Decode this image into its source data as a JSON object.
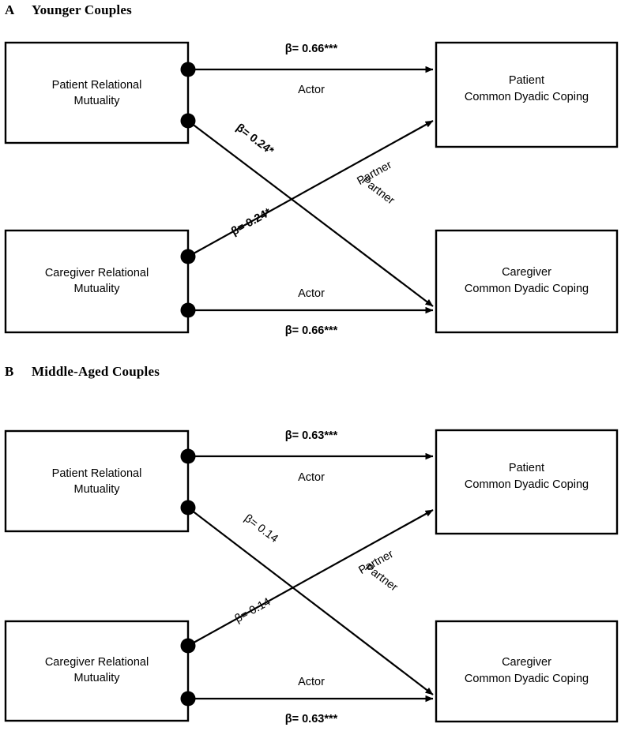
{
  "figure": {
    "type": "apim-path-diagram",
    "description": "Actor-Partner Interdependence Model path diagrams for two couple age groups"
  },
  "panels": [
    {
      "letter": "A",
      "title": "Younger Couples",
      "nodes": {
        "patient_predictor": {
          "line1": "Patient Relational",
          "line2": "Mutuality"
        },
        "caregiver_predictor": {
          "line1": "Caregiver Relational",
          "line2": "Mutuality"
        },
        "patient_outcome": {
          "line1": "Patient",
          "line2": "Common Dyadic Coping"
        },
        "caregiver_outcome": {
          "line1": "Caregiver",
          "line2": "Common Dyadic Coping"
        }
      },
      "paths": [
        {
          "id": "patient-actor",
          "role": "Actor",
          "beta": "β= 0.66***",
          "bold": true
        },
        {
          "id": "patient-partner",
          "role": "Partner",
          "beta": "β= 0.24*",
          "bold": true
        },
        {
          "id": "caregiver-partner",
          "role": "Partner",
          "beta": "β= 0.24*",
          "bold": true
        },
        {
          "id": "caregiver-actor",
          "role": "Actor",
          "beta": "β= 0.66***",
          "bold": true
        }
      ]
    },
    {
      "letter": "B",
      "title": "Middle-Aged Couples",
      "nodes": {
        "patient_predictor": {
          "line1": "Patient Relational",
          "line2": "Mutuality"
        },
        "caregiver_predictor": {
          "line1": "Caregiver Relational",
          "line2": "Mutuality"
        },
        "patient_outcome": {
          "line1": "Patient",
          "line2": "Common Dyadic Coping"
        },
        "caregiver_outcome": {
          "line1": "Caregiver",
          "line2": "Common Dyadic Coping"
        }
      },
      "paths": [
        {
          "id": "patient-actor",
          "role": "Actor",
          "beta": "β= 0.63***",
          "bold": true
        },
        {
          "id": "patient-partner",
          "role": "Partner",
          "beta": "β= 0.14",
          "bold": false
        },
        {
          "id": "caregiver-partner",
          "role": "Partner",
          "beta": "β= 0.14",
          "bold": false
        },
        {
          "id": "caregiver-actor",
          "role": "Actor",
          "beta": "β= 0.63***",
          "bold": true
        }
      ]
    }
  ],
  "colors": {
    "stroke": "#000000",
    "background": "#ffffff",
    "text": "#000000"
  }
}
